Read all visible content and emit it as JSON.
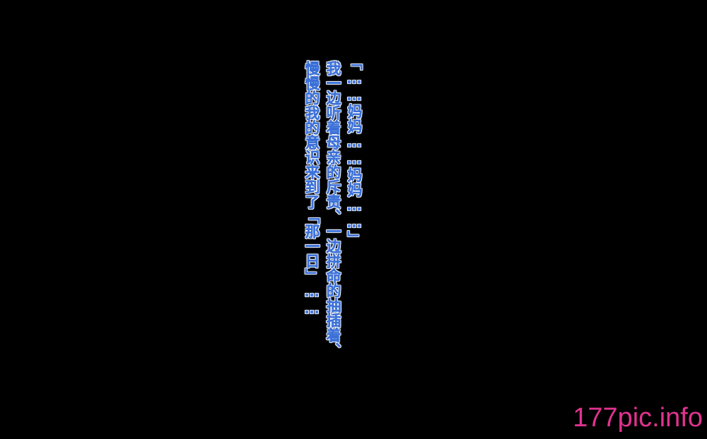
{
  "text": {
    "lines": [
      "「……妈妈……妈妈……」",
      "我一边听着母亲的斥责、一边拼命的抽插着、",
      "慢慢的我的意识来到了「那一日」……"
    ],
    "color": "#4a7fe6"
  },
  "watermark": {
    "text": "177pic.info",
    "color": "#e0338f"
  },
  "background": "#000000"
}
